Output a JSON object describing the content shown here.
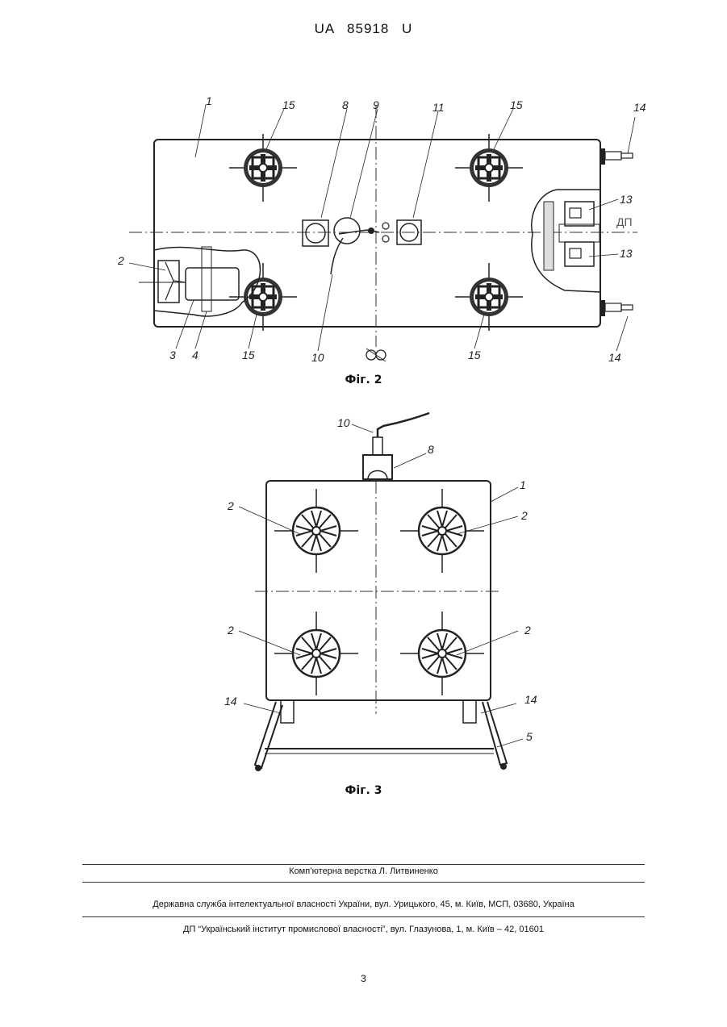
{
  "header": {
    "doc_number": "UA 85918 U"
  },
  "figure2": {
    "caption": "Фіг. 2",
    "labels": {
      "l1": "1",
      "l15": "15",
      "l8": "8",
      "l9": "9",
      "l11": "11",
      "l14": "14",
      "l13": "13",
      "dp": "ДП",
      "l2": "2",
      "l3": "3",
      "l4": "4",
      "l10": "10"
    }
  },
  "figure3": {
    "caption": "Фіг. 3",
    "labels": {
      "l10": "10",
      "l8": "8",
      "l1": "1",
      "l2": "2",
      "l14": "14",
      "l5": "5"
    }
  },
  "footer": {
    "line1": "Комп’ютерна верстка Л. Литвиненко",
    "line2": "Державна служба інтелектуальної власності України, вул. Урицького, 45, м. Київ, МСП, 03680, Україна",
    "line3": "ДП “Український інститут промислової власності”, вул. Глазунова, 1, м. Київ – 42, 01601",
    "page_number": "3"
  }
}
